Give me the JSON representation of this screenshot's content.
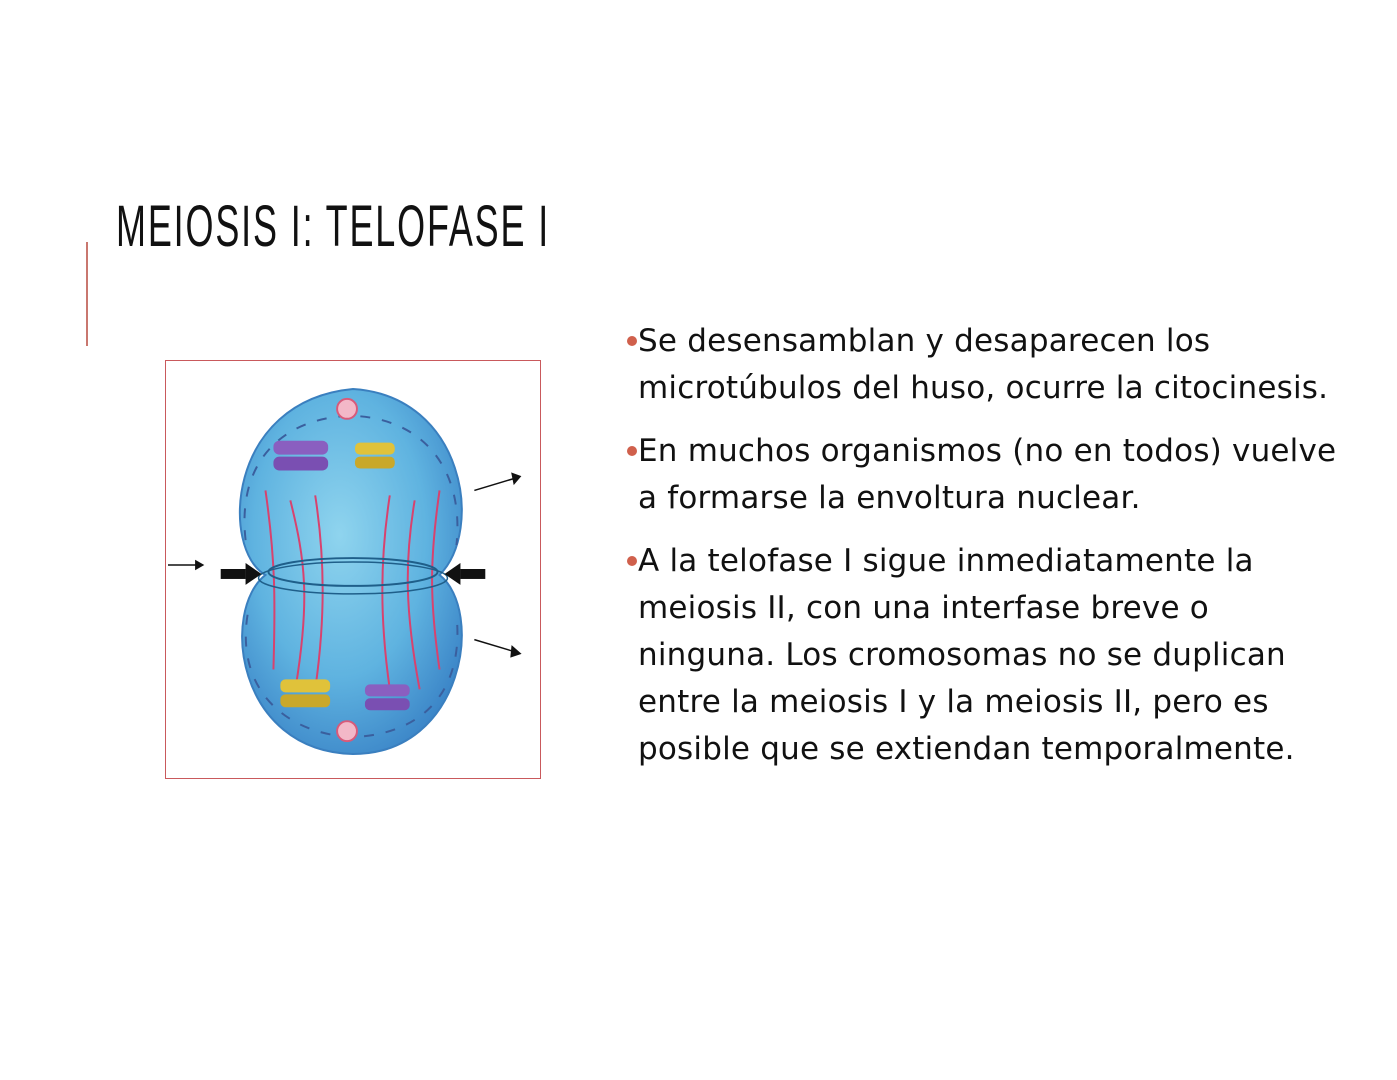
{
  "slide": {
    "title": "MEIOSIS I: TELOFASE I",
    "accent_color": "#c9776f",
    "bullet_color": "#d0604c",
    "figure": {
      "description": "Ilustración de una célula en telofase I con surco de segmentación",
      "border_color": "#c9595c",
      "icons": [
        "cell-illustration",
        "arrow-right-icon",
        "arrow-left-icon"
      ]
    },
    "bullets": [
      {
        "text": "Se desensamblan y desaparecen los microtúbulos del huso, ocurre la citocinesis."
      },
      {
        "text": "En muchos organismos (no en todos) vuelve a formarse la envoltura nuclear."
      },
      {
        "text": "A la telofase I sigue inmediatamente la meiosis II, con una interfase breve o ninguna. Los cromosomas no se duplican entre la meiosis I y la meiosis II, pero es posible que se extiendan temporalmente."
      }
    ]
  }
}
